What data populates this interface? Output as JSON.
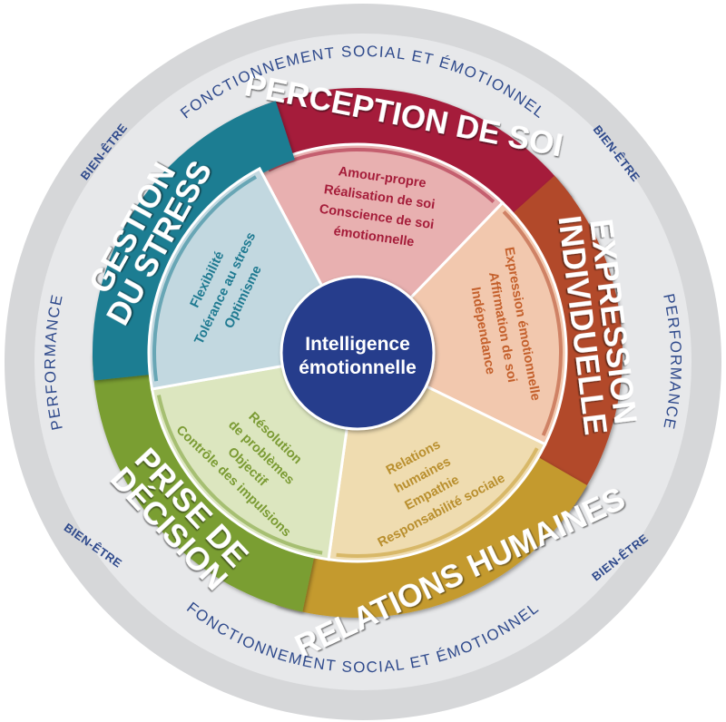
{
  "center": {
    "line1": "Intelligence",
    "line2": "émotionnelle"
  },
  "outer_ring": {
    "top": "FONCTIONNEMENT SOCIAL ET ÉMOTIONNEL",
    "bottom": "FONCTIONNEMENT SOCIAL ET ÉMOTIONNEL",
    "left": "PERFORMANCE",
    "right": "PERFORMANCE",
    "bien_etre_tr": "BIEN-ÊTRE",
    "bien_etre_tl": "BIEN-ÊTRE",
    "bien_etre_bl": "BIEN-ÊTRE",
    "bien_etre_br": "BIEN-ÊTRE"
  },
  "domains": [
    {
      "key": "perception",
      "title_lines": [
        "PERCEPTION DE SOI"
      ],
      "subs": [
        "Amour-propre",
        "Réalisation de soi",
        "Conscience de soi",
        "émotionnelle"
      ],
      "color": "#a51d3a",
      "light": "#e8b0b0",
      "text_color": "#a51d3a"
    },
    {
      "key": "expression",
      "title_lines": [
        "EXPRESSION",
        "INDIVIDUELLE"
      ],
      "subs": [
        "Expression émotionnelle",
        "Affirmation de soi",
        "Indépendance"
      ],
      "color": "#b2482a",
      "light": "#f2c8ae",
      "text_color": "#c4602c"
    },
    {
      "key": "relations",
      "title_lines": [
        "RELATIONS HUMAINES"
      ],
      "subs": [
        "Relations",
        "humaines",
        "Empathie",
        "Responsabilité sociale"
      ],
      "color": "#c49a2e",
      "light": "#efdcb0",
      "text_color": "#b98f2e"
    },
    {
      "key": "decision",
      "title_lines": [
        "PRISE DE",
        "DÉCISION"
      ],
      "subs": [
        "Résolution",
        "de problèmes",
        "Objectif",
        "Contrôle des impulsions"
      ],
      "color": "#7a9e33",
      "light": "#dce6bf",
      "text_color": "#7b9b34"
    },
    {
      "key": "stress",
      "title_lines": [
        "GESTION",
        "DU STRESS"
      ],
      "subs": [
        "Flexibilité",
        "Tolérance au stress",
        "Optimisme"
      ],
      "color": "#1f7d92",
      "light": "#c2d8e0",
      "text_color": "#1f7a91"
    }
  ],
  "colors": {
    "outer_ring": "#d6d7d9",
    "center_fill": "#263d8c",
    "ring_text": "#2f4a8c"
  }
}
